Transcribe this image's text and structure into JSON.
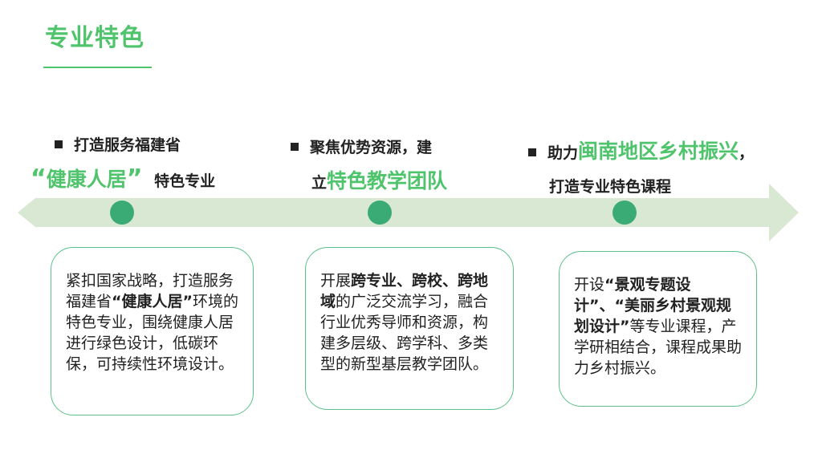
{
  "title": "专业特色",
  "columns": [
    {
      "heading": {
        "line1": "打造服务福建省",
        "quote_open": "“",
        "highlight": "健康人居",
        "quote_close": "”",
        "line2_rest": "特色专业"
      },
      "card": {
        "p1": "紧扣国家战略，打造服务福建省",
        "bold": "“健康人居”",
        "p2": "环境的特色专业，围绕健康人居进行绿色设计，低碳环保，可持续性环境设计。"
      }
    },
    {
      "heading": {
        "line1": "聚焦优势资源，建",
        "line2_prefix": "立",
        "highlight": "特色教学团队"
      },
      "card": {
        "p1": "开展",
        "bold": "跨专业、跨校、跨地域",
        "p2": "的广泛交流学习，融合行业优秀导师和资源，构建多层级、跨学科、多类型的新型基层教学团队。"
      }
    },
    {
      "heading": {
        "line1_prefix": "助力",
        "highlight": "闽南地区乡村振兴",
        "line1_suffix": "，",
        "line2": "打造专业特色课程"
      },
      "card": {
        "p1": "开设",
        "bold": "“景观专题设计”、“美丽乡村景观规划设计”",
        "p2": "等专业课程，产学研相结合，课程成果助力乡村振兴。"
      }
    }
  ],
  "colors": {
    "accent": "#4fc46c",
    "dot": "#3bab76",
    "arrow": "#d9e8d3"
  }
}
